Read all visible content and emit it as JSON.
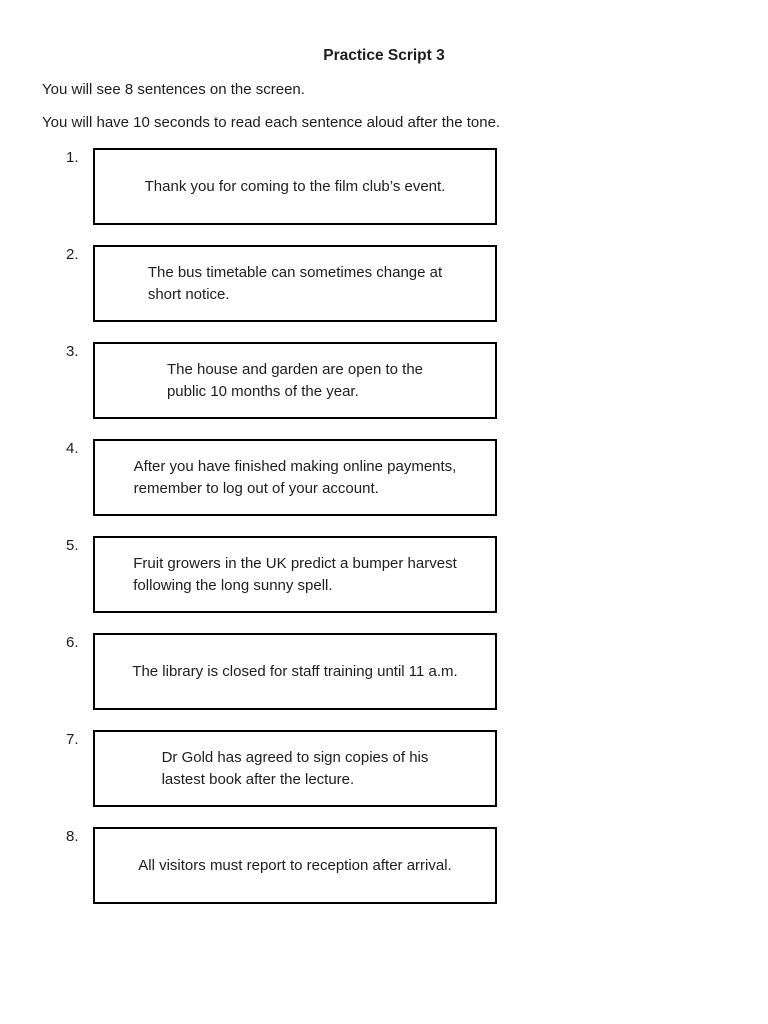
{
  "page": {
    "title": "Practice Script 3"
  },
  "instructions": {
    "line1": "You will see 8 sentences on the screen.",
    "line2": "You will have 10 seconds to read each sentence aloud after the tone."
  },
  "sentences": [
    {
      "number": "1.",
      "lines": [
        "Thank you for coming to the film club’s event."
      ]
    },
    {
      "number": "2.",
      "lines": [
        "The bus timetable can sometimes change at",
        "short notice."
      ]
    },
    {
      "number": "3.",
      "lines": [
        "The house and garden are open to the",
        "public 10 months of the year."
      ]
    },
    {
      "number": "4.",
      "lines": [
        "After you have finished making online payments,",
        "remember to log out of your account."
      ]
    },
    {
      "number": "5.",
      "lines": [
        "Fruit growers in the UK predict a bumper harvest",
        "following the long sunny spell."
      ]
    },
    {
      "number": "6.",
      "lines": [
        "The library is closed for staff training until 11 a.m."
      ]
    },
    {
      "number": "7.",
      "lines": [
        "Dr Gold has agreed to sign copies of his",
        "lastest book after the lecture."
      ]
    },
    {
      "number": "8.",
      "lines": [
        "All visitors must report to reception after arrival."
      ]
    }
  ],
  "colors": {
    "background": "#ffffff",
    "text": "#1d1d1d",
    "box_border": "#000000"
  }
}
